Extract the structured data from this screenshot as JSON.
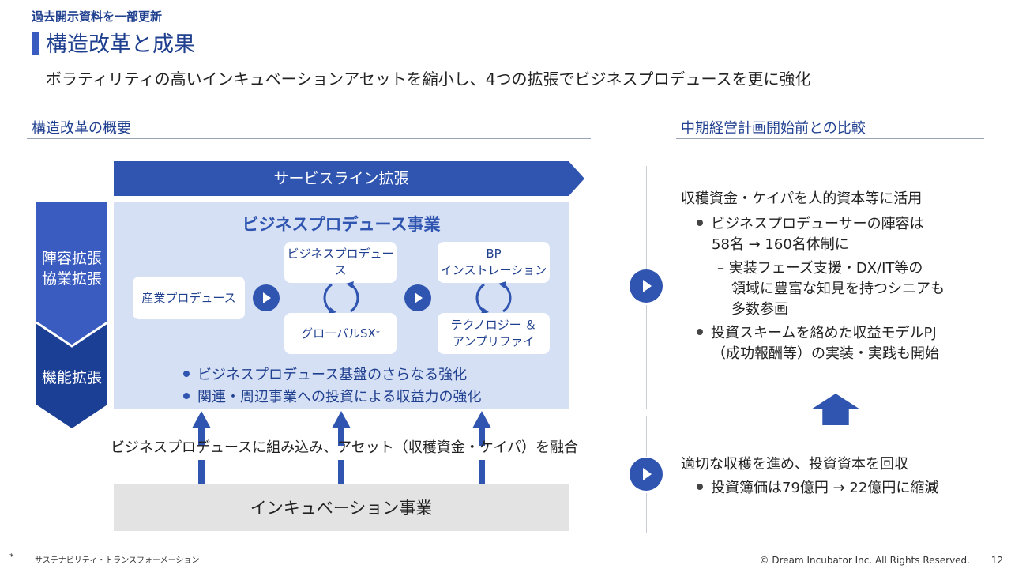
{
  "header": {
    "pre_title": "過去開示資料を一部更新",
    "title": "構造改革と成果",
    "subtitle": "ボラティリティの高いインキュベーションアセットを縮小し、4つの拡張でビジネスプロデュースを更に強化"
  },
  "left_section": {
    "heading": "構造改革の概要",
    "service_line": "サービスライン拡張",
    "side_labels": {
      "top_line1": "陣容拡張",
      "top_line2": "協業拡張",
      "bottom": "機能拡張"
    },
    "bp_business": {
      "title": "ビジネスプロデュース事業",
      "cards": {
        "industry": "産業プロデュース",
        "business_produce": "ビジネスプロデュース",
        "global_sx": "グローバルSX",
        "global_sx_mark": "*",
        "bp_line1": "BP",
        "bp_line2": "インストレーション",
        "tech_line1": "テクノロジー ＆",
        "tech_line2": "アンプリファイ"
      },
      "bullets": [
        "ビジネスプロデュース基盤のさらなる強化",
        "関連・周辺事業への投資による収益力の強化"
      ]
    },
    "merge_text": "ビジネスプロデュースに組み込み、アセット（収穫資金・ケイパ）を融合",
    "incubation": "インキュベーション事業"
  },
  "right_section": {
    "heading": "中期経営計画開始前との比較",
    "upper": {
      "heading": "収穫資金・ケイパを人的資本等に活用",
      "bullet1_line1": "ビジネスプロデューサーの陣容は",
      "bullet1_line2": "58名 → 160名体制に",
      "sub_line1": "– 実装フェーズ支援・DX/IT等の",
      "sub_line2": "領域に豊富な知見を持つシニアも",
      "sub_line3": "多数参画",
      "bullet2_line1": "投資スキームを絡めた収益モデルPJ",
      "bullet2_line2": "（成功報酬等）の実装・実践も開始"
    },
    "lower": {
      "heading": "適切な収穫を進め、投資資本を回収",
      "bullet": "投資簿価は79億円 → 22億円に縮減"
    }
  },
  "footer": {
    "star": "*",
    "note": "サステナビリティ・トランスフォーメーション",
    "copyright": "© Dream Incubator Inc. All Rights Reserved.",
    "page": "12"
  },
  "colors": {
    "primary": "#2f55b0",
    "dark": "#1f3f8f",
    "panel": "#d6e0f5",
    "incubation": "#e3e3e3",
    "side_top": "#3a5bbf",
    "side_bottom": "#1c3f96"
  }
}
